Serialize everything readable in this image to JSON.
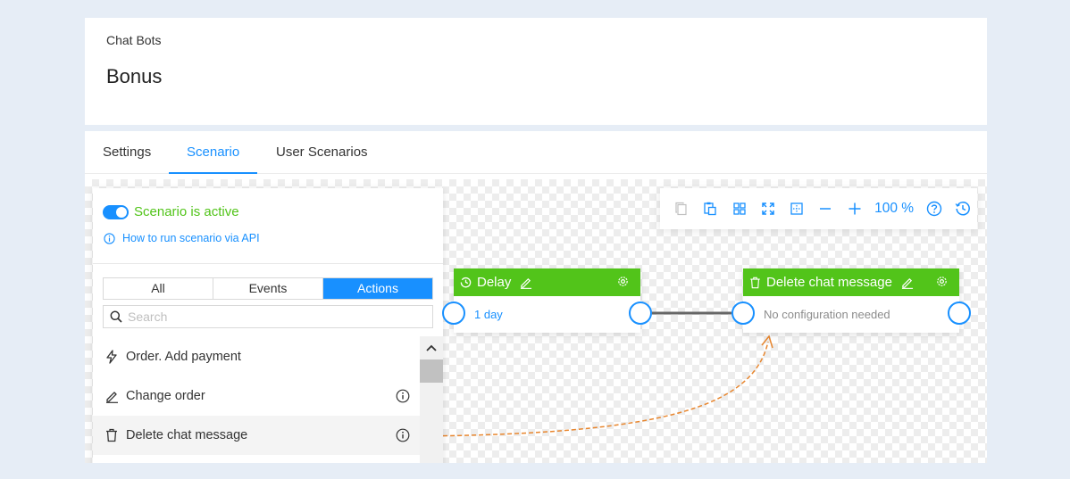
{
  "header": {
    "breadcrumb": "Chat Bots",
    "title": "Bonus"
  },
  "tabs": [
    {
      "label": "Settings",
      "active": false
    },
    {
      "label": "Scenario",
      "active": true
    },
    {
      "label": "User Scenarios",
      "active": false
    }
  ],
  "panel": {
    "status_label": "Scenario is active",
    "status_on": true,
    "api_link": "How to run scenario via API",
    "filters": [
      {
        "label": "All",
        "active": false
      },
      {
        "label": "Events",
        "active": false
      },
      {
        "label": "Actions",
        "active": true
      }
    ],
    "search_placeholder": "Search",
    "items": [
      {
        "label": "Order. Add payment",
        "icon": "lightning-icon"
      },
      {
        "label": "Change order",
        "icon": "pencil-icon"
      },
      {
        "label": "Delete chat message",
        "icon": "trash-icon"
      }
    ]
  },
  "toolbar": {
    "zoom": "100 %"
  },
  "nodes": {
    "delay": {
      "title": "Delay",
      "body": "1 day"
    },
    "delete": {
      "title": "Delete chat message",
      "body": "No configuration needed"
    }
  },
  "colors": {
    "accent": "#1890ff",
    "node_header": "#52c41a",
    "drag_hint": "#e8862e"
  }
}
